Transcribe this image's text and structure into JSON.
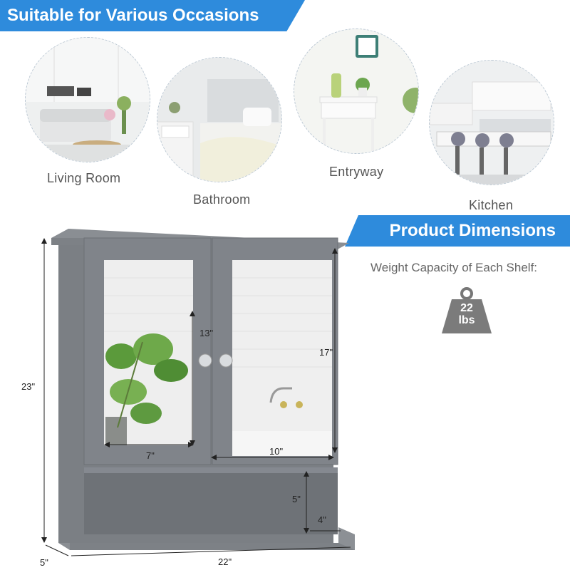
{
  "banners": {
    "occasions": "Suitable for Various Occasions",
    "dimensions": "Product Dimensions"
  },
  "rooms": [
    {
      "label": "Living Room"
    },
    {
      "label": "Bathroom"
    },
    {
      "label": "Entryway"
    },
    {
      "label": "Kitchen"
    }
  ],
  "weight": {
    "label": "Weight Capacity of Each Shelf:",
    "value": "22",
    "unit": "lbs"
  },
  "dimensions": {
    "total_height": "23\"",
    "depth": "5\"",
    "width": "22\"",
    "mirror_height": "13\"",
    "door_height": "17\"",
    "mirror_width": "7\"",
    "door_width": "10\"",
    "shelf_height": "5\"",
    "shelf_depth": "4\""
  },
  "colors": {
    "accent": "#2e8bdc",
    "cabinet": "#7b7f84"
  }
}
